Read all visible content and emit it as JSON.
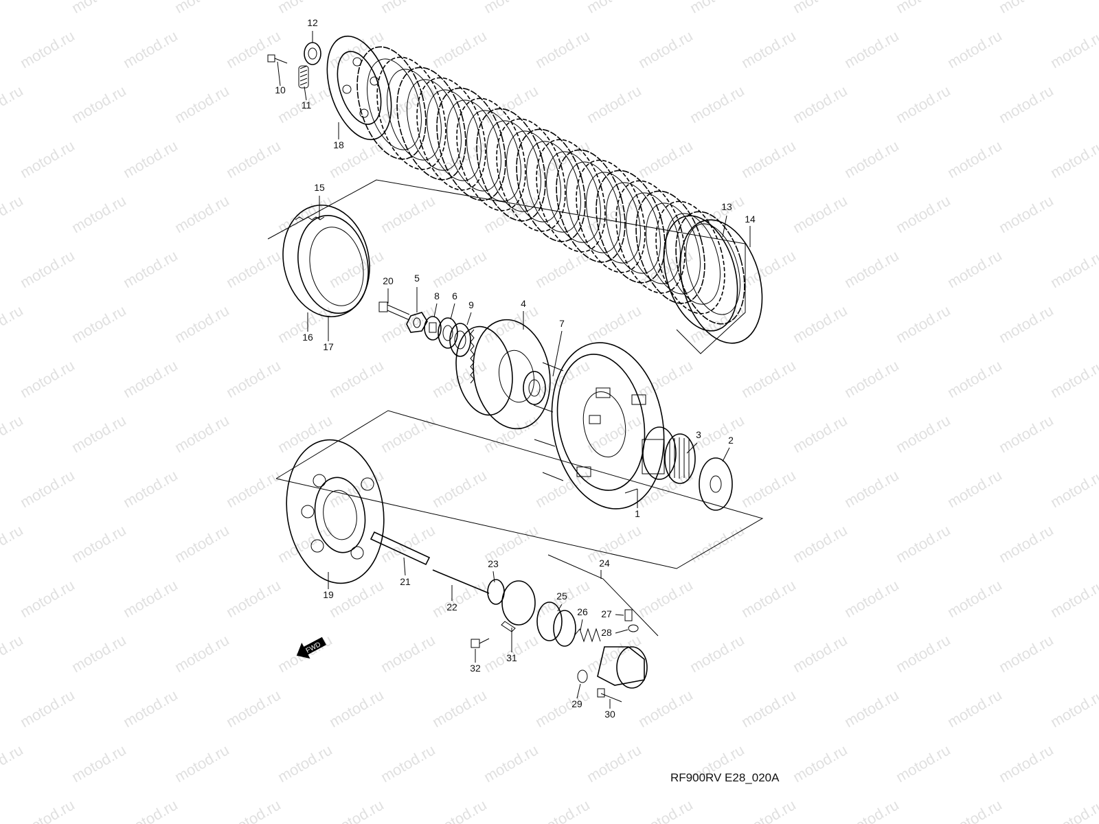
{
  "diagram": {
    "code": "RF900RV E28_020A",
    "fwd_label": "FWD",
    "watermark": "motod.ru",
    "accent_color": "#000000",
    "callouts": [
      {
        "id": "12",
        "text": "12"
      },
      {
        "id": "10",
        "text": "10"
      },
      {
        "id": "11",
        "text": "11"
      },
      {
        "id": "18",
        "text": "18"
      },
      {
        "id": "15",
        "text": "15"
      },
      {
        "id": "16",
        "text": "16"
      },
      {
        "id": "17",
        "text": "17"
      },
      {
        "id": "13",
        "text": "13"
      },
      {
        "id": "14",
        "text": "14"
      },
      {
        "id": "20",
        "text": "20"
      },
      {
        "id": "5",
        "text": "5"
      },
      {
        "id": "8",
        "text": "8"
      },
      {
        "id": "6",
        "text": "6"
      },
      {
        "id": "9",
        "text": "9"
      },
      {
        "id": "4",
        "text": "4"
      },
      {
        "id": "7",
        "text": "7"
      },
      {
        "id": "3",
        "text": "3"
      },
      {
        "id": "2",
        "text": "2"
      },
      {
        "id": "1",
        "text": "1"
      },
      {
        "id": "19",
        "text": "19"
      },
      {
        "id": "21",
        "text": "21"
      },
      {
        "id": "22",
        "text": "22"
      },
      {
        "id": "23",
        "text": "23"
      },
      {
        "id": "24",
        "text": "24"
      },
      {
        "id": "25",
        "text": "25"
      },
      {
        "id": "26",
        "text": "26"
      },
      {
        "id": "27",
        "text": "27"
      },
      {
        "id": "28",
        "text": "28"
      },
      {
        "id": "31",
        "text": "31"
      },
      {
        "id": "32",
        "text": "32"
      },
      {
        "id": "29",
        "text": "29"
      },
      {
        "id": "30",
        "text": "30"
      }
    ]
  }
}
